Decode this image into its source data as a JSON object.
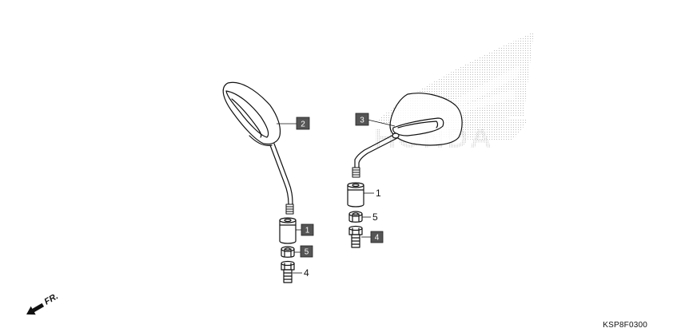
{
  "watermark": {
    "brand_text": "HONDA",
    "logo": "honda-wing-logo"
  },
  "direction_indicator": {
    "label": "FR.",
    "icon": "arrow-down-left-icon"
  },
  "reference_code": "KSP8F0300",
  "callouts": {
    "left_mirror": "2",
    "right_mirror": "3",
    "left_adapter": "1",
    "left_nut": "5",
    "left_bolt": "4",
    "right_adapter": "1",
    "right_nut": "5",
    "right_bolt": "4"
  },
  "colors": {
    "line": "#111111",
    "callout_fill": "#555555",
    "callout_text": "#ffffff",
    "watermark_dot": "#c8c8c8"
  }
}
